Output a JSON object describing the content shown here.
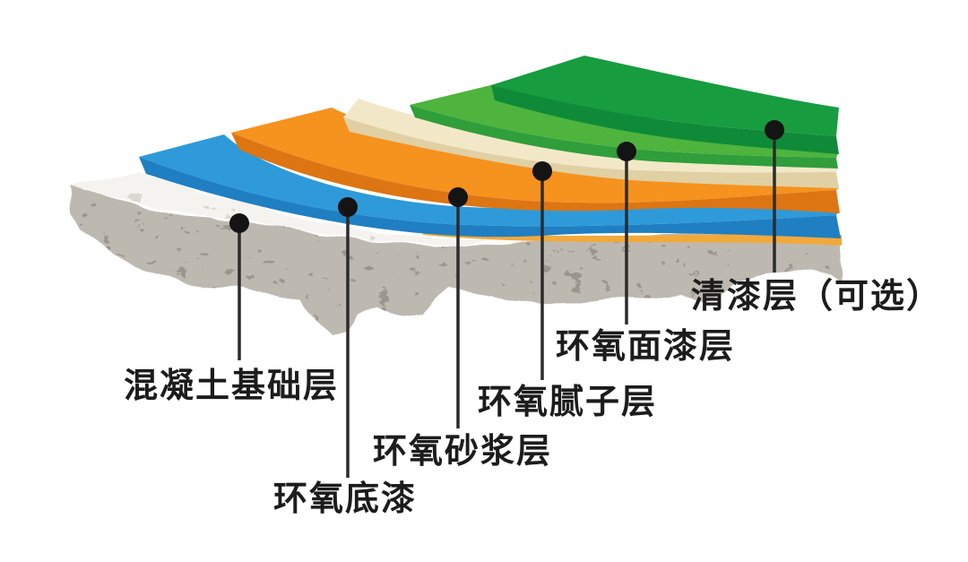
{
  "diagram": {
    "background": "#ffffff",
    "callout": {
      "line_color": "#2b2b2b",
      "dot_color": "#141414"
    },
    "text_color": "#1c1c1c",
    "layers": {
      "concrete": {
        "label": "混凝土基础层",
        "face": "#bdb9b1",
        "face_speckle": "#6f6b62",
        "top": "#f4f3ef",
        "top_speckle": "#aeaba3"
      },
      "primer": {
        "label": "环氧底漆",
        "top": "#2e9ad9",
        "edge": "#1f7fc2"
      },
      "mortar": {
        "label": "环氧砂浆层",
        "top": "#f6921e",
        "edge": "#dd7513"
      },
      "putty": {
        "label": "环氧腻子层",
        "top": "#f2e8c7",
        "edge": "#e0d0a4"
      },
      "topcoat": {
        "label": "环氧面漆层",
        "top": "#4eb43d",
        "edge": "#2f9e3b"
      },
      "clearcoat": {
        "label": "清漆层（可选）",
        "top": "#179c40",
        "edge": "#0f8a38"
      },
      "bond_line": {
        "color": "#f2a93b"
      }
    },
    "stack_order_bottom_to_top": [
      "混凝土基础层",
      "环氧底漆",
      "环氧砂浆层",
      "环氧腻子层",
      "环氧面漆层",
      "清漆层（可选）"
    ]
  }
}
